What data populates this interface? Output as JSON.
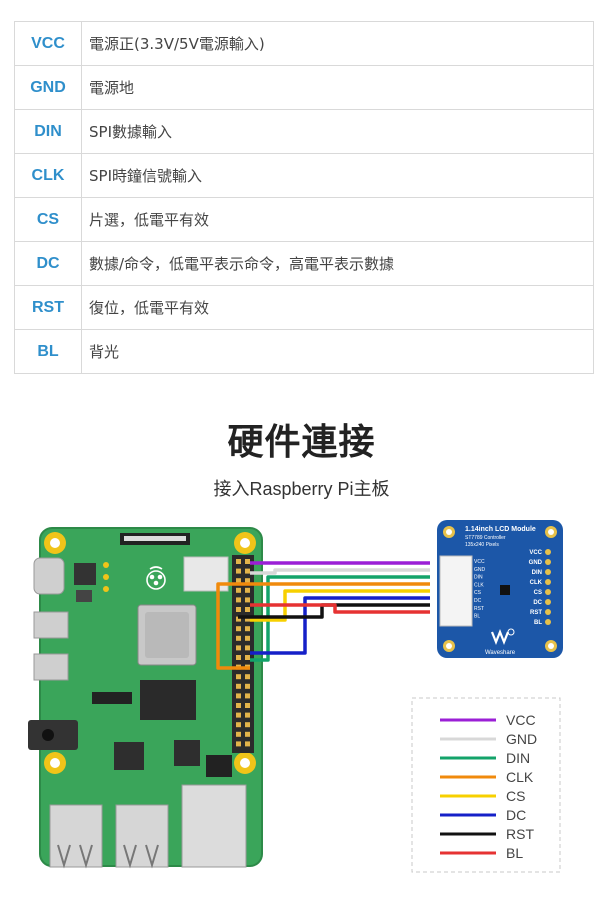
{
  "pin_table": [
    {
      "pin": "VCC",
      "desc": "電源正(3.3V/5V電源輸入)"
    },
    {
      "pin": "GND",
      "desc": "電源地"
    },
    {
      "pin": "DIN",
      "desc": "SPI數據輸入"
    },
    {
      "pin": "CLK",
      "desc": "SPI時鐘信號輸入"
    },
    {
      "pin": "CS",
      "desc": "片選，低電平有效"
    },
    {
      "pin": "DC",
      "desc": "數據/命令，低電平表示命令，高電平表示數據"
    },
    {
      "pin": "RST",
      "desc": "復位，低電平有效"
    },
    {
      "pin": "BL",
      "desc": "背光"
    }
  ],
  "section_title": "硬件連接",
  "section_subtitle": "接入Raspberry Pi主板",
  "lcd_module": {
    "name": "1.14inch LCD Module",
    "controller": "ST7789 Controller",
    "resolution": "135x240 Pixels",
    "brand": "Waveshare",
    "pins": [
      "VCC",
      "GND",
      "DIN",
      "CLK",
      "CS",
      "DC",
      "RST",
      "BL"
    ]
  },
  "legend": [
    {
      "label": "VCC",
      "color": "#9b1fd6"
    },
    {
      "label": "GND",
      "color": "#d8d8d8"
    },
    {
      "label": "DIN",
      "color": "#13a36a"
    },
    {
      "label": "CLK",
      "color": "#f08a0c"
    },
    {
      "label": "CS",
      "color": "#f7d000"
    },
    {
      "label": "DC",
      "color": "#1520c8"
    },
    {
      "label": "RST",
      "color": "#111111"
    },
    {
      "label": "BL",
      "color": "#e63232"
    }
  ],
  "board": {
    "color": "#3aa55a",
    "logo_icon": "raspberry-pi-logo-icon"
  }
}
